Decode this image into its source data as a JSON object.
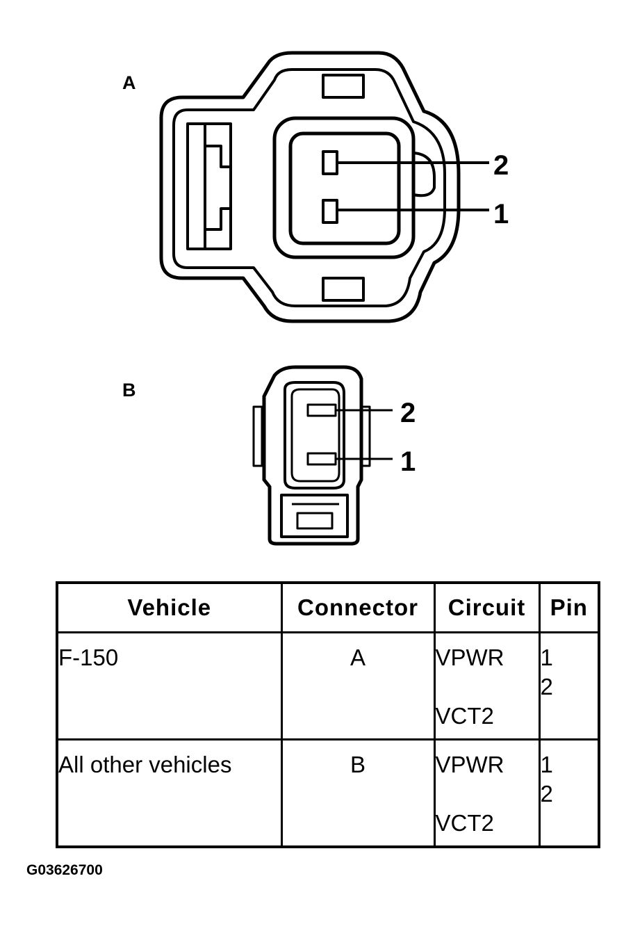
{
  "connectors": {
    "a": {
      "label": "A",
      "pins": [
        "2",
        "1"
      ]
    },
    "b": {
      "label": "B",
      "pins": [
        "2",
        "1"
      ]
    }
  },
  "table": {
    "headers": [
      "Vehicle",
      "Connector",
      "Circuit",
      "Pin"
    ],
    "rows": [
      {
        "vehicle": "F-150",
        "connector": "A",
        "circuits": [
          "VPWR",
          "VCT2"
        ],
        "pins": [
          "1",
          "2"
        ]
      },
      {
        "vehicle": "All other vehicles",
        "connector": "B",
        "circuits": [
          "VPWR",
          "VCT2"
        ],
        "pins": [
          "1",
          "2"
        ]
      }
    ]
  },
  "figure_code": "G03626700"
}
